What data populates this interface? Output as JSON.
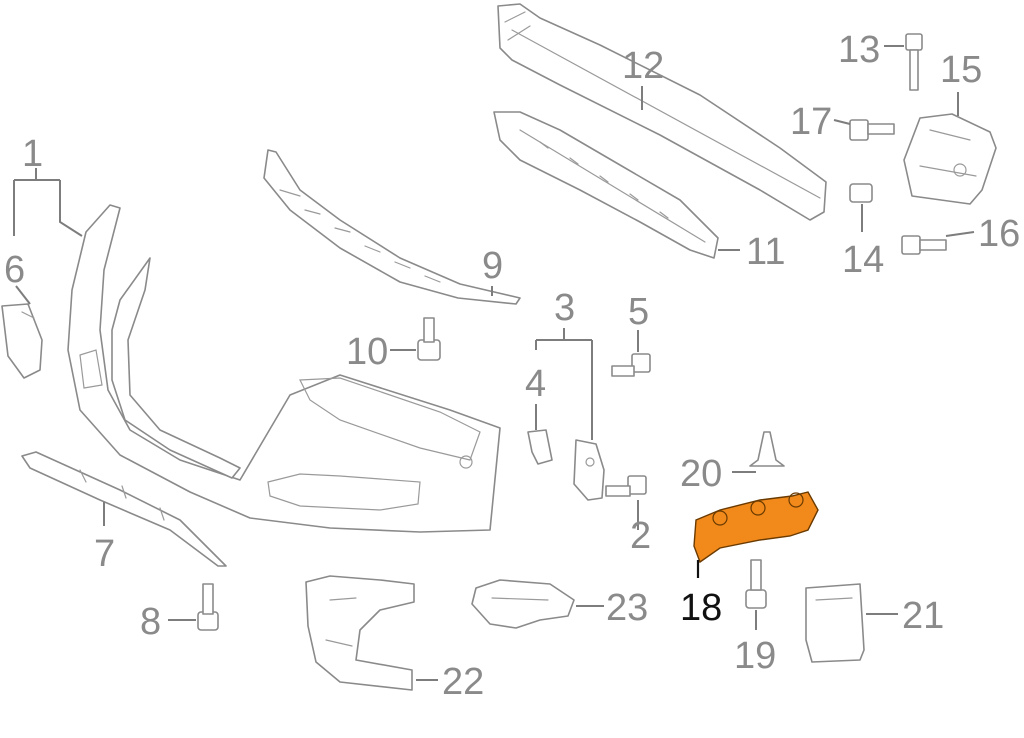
{
  "highlight_color": "#f28a1b",
  "parts": [
    {
      "num": "1",
      "name": "bumper-cover"
    },
    {
      "num": "2",
      "name": "bolt"
    },
    {
      "num": "3",
      "name": "bracket-group"
    },
    {
      "num": "4",
      "name": "side-bracket-left"
    },
    {
      "num": "5",
      "name": "bolt"
    },
    {
      "num": "6",
      "name": "tow-hook-cover"
    },
    {
      "num": "7",
      "name": "lower-spoiler-strip"
    },
    {
      "num": "8",
      "name": "bolt"
    },
    {
      "num": "9",
      "name": "energy-absorber"
    },
    {
      "num": "10",
      "name": "bolt"
    },
    {
      "num": "11",
      "name": "impact-bar-carrier"
    },
    {
      "num": "12",
      "name": "reinforcement-bar"
    },
    {
      "num": "13",
      "name": "bolt"
    },
    {
      "num": "14",
      "name": "nut"
    },
    {
      "num": "15",
      "name": "mount-bracket"
    },
    {
      "num": "16",
      "name": "bolt"
    },
    {
      "num": "17",
      "name": "bolt"
    },
    {
      "num": "18",
      "name": "guide-bracket",
      "highlighted": true
    },
    {
      "num": "19",
      "name": "bolt"
    },
    {
      "num": "20",
      "name": "push-clip"
    },
    {
      "num": "21",
      "name": "repair-kit"
    },
    {
      "num": "22",
      "name": "wheel-arch-trim"
    },
    {
      "num": "23",
      "name": "retainer-clip"
    }
  ]
}
